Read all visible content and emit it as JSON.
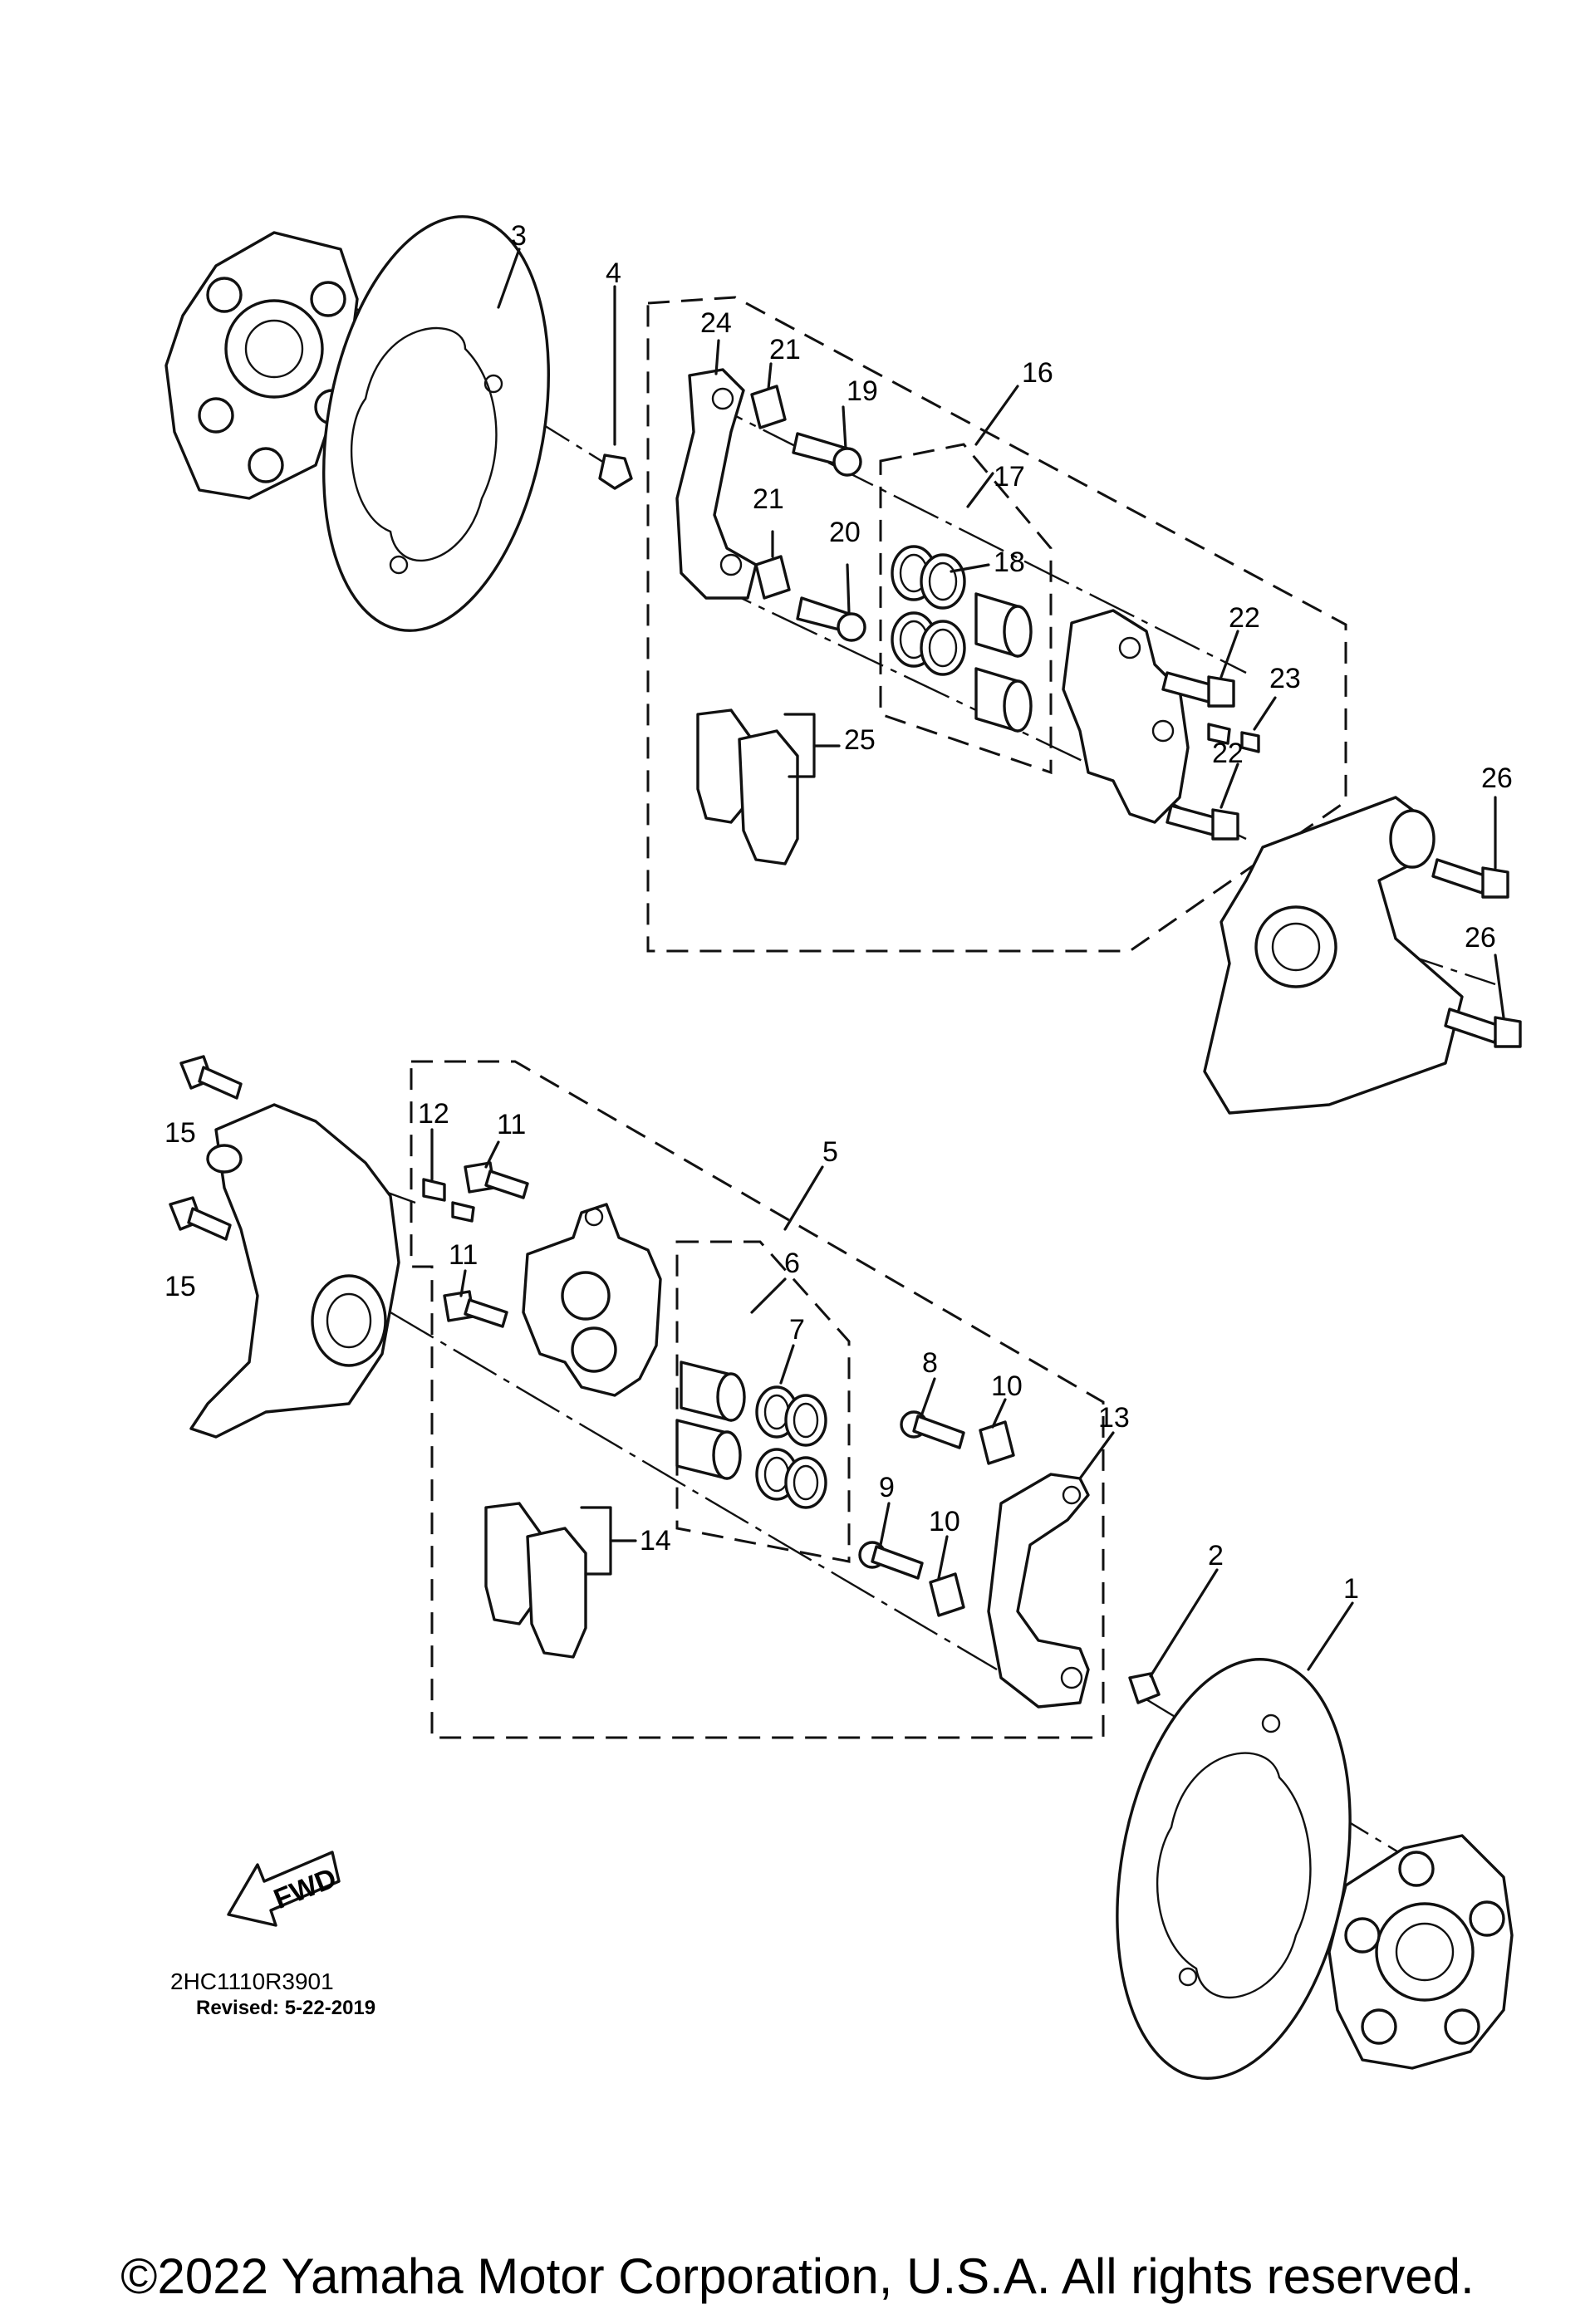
{
  "callouts": {
    "c1": "1",
    "c2": "2",
    "c3": "3",
    "c4": "4",
    "c5": "5",
    "c6": "6",
    "c7": "7",
    "c8": "8",
    "c9": "9",
    "c10a": "10",
    "c10b": "10",
    "c11a": "11",
    "c11b": "11",
    "c12": "12",
    "c13": "13",
    "c14": "14",
    "c15a": "15",
    "c15b": "15",
    "c16": "16",
    "c17": "17",
    "c18": "18",
    "c19": "19",
    "c20": "20",
    "c21a": "21",
    "c21b": "21",
    "c22a": "22",
    "c22b": "22",
    "c23": "23",
    "c24": "24",
    "c25": "25",
    "c26a": "26",
    "c26b": "26"
  },
  "fwd_label": "FWD",
  "drawing_code": "2HC1110R3901",
  "revised": "Revised: 5-22-2019",
  "copyright": "©2022 Yamaha Motor Corporation, U.S.A. All rights reserved."
}
